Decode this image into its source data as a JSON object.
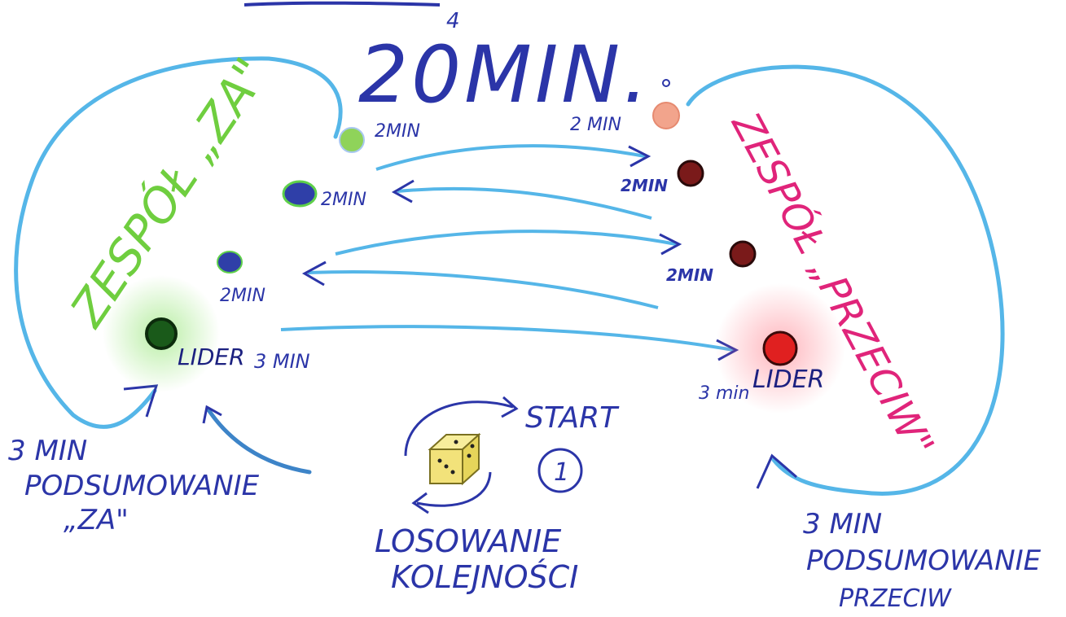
{
  "title": {
    "main": "20MIN.",
    "superscript": "4"
  },
  "team_za": {
    "label": "ZESPÓŁ „ZA\"",
    "color": "#6fce3f",
    "members": [
      {
        "role": "speaker",
        "time": "2MIN",
        "color": "#8fd35a"
      },
      {
        "role": "speaker",
        "time": "2MIN",
        "color": "#2f3fa8"
      },
      {
        "role": "speaker",
        "time": "2MIN",
        "color": "#2f3fa8"
      },
      {
        "role": "leader",
        "label": "LIDER",
        "time": "3 MIN",
        "color": "#1a5a1a"
      }
    ],
    "summary": {
      "time": "3 MIN",
      "label": "PODSUMOWANIE",
      "quote": "„ZA\""
    }
  },
  "team_przeciw": {
    "label": "ZESPÓŁ „PRZECIW\"",
    "color": "#e0247a",
    "members": [
      {
        "role": "speaker",
        "time": "2 MIN",
        "color": "#f2a48c"
      },
      {
        "role": "speaker",
        "time": "2MIN",
        "color": "#7a1a1a"
      },
      {
        "role": "speaker",
        "time": "2MIN",
        "color": "#7a1a1a"
      },
      {
        "role": "leader",
        "label": "LIDER",
        "time": "3 min",
        "color": "#e02020"
      }
    ],
    "summary": {
      "time": "3 MIN",
      "label": "PODSUMOWANIE",
      "quote": "PRZECIW"
    }
  },
  "start": {
    "label": "START",
    "number": "1",
    "dice_icon": "dice-icon"
  },
  "draw": {
    "line1": "LOSOWANIE",
    "line2": "KOLEJNOŚCI"
  },
  "colors": {
    "ink_blue": "#2b35a8",
    "loop_blue": "#55b6e8",
    "arrow_blue": "#3d84c8",
    "dice_yellow": "#f2e27a"
  }
}
